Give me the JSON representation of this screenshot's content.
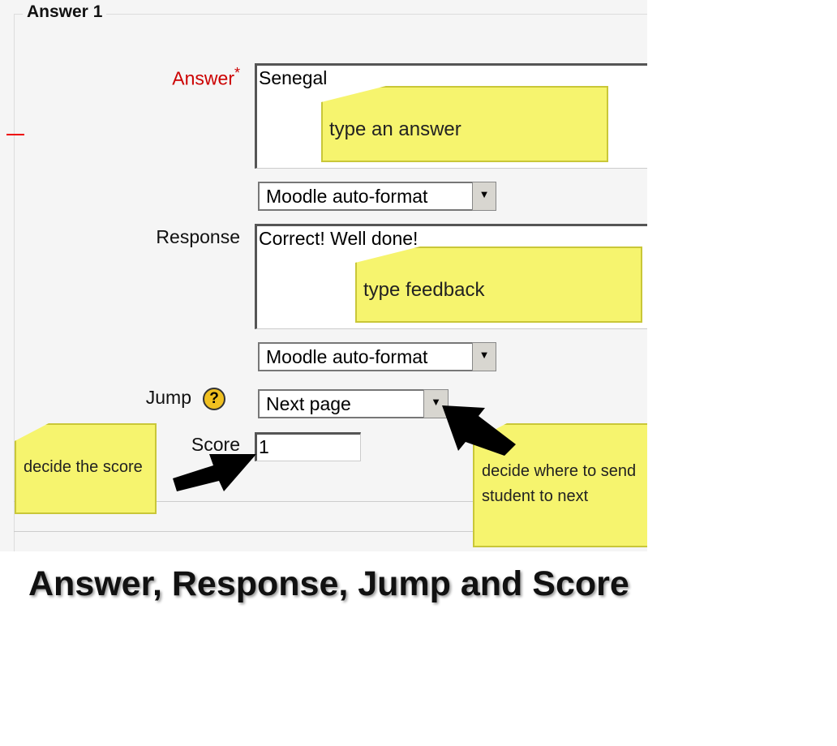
{
  "fieldset": {
    "legend": "Answer 1"
  },
  "answer": {
    "label": "Answer",
    "required_mark": "*",
    "value": "Senegal",
    "format": "Moodle auto-format"
  },
  "response": {
    "label": "Response",
    "value": "Correct! Well done!",
    "format": "Moodle auto-format"
  },
  "jump": {
    "label": "Jump",
    "help_icon": "question-circle-icon",
    "value": "Next page"
  },
  "score": {
    "label": "Score",
    "value": "1"
  },
  "notes": {
    "answer": "type an answer",
    "feedback": "type feedback",
    "score": "decide the score",
    "jump": "decide where to send student to next"
  },
  "caption": "Answer, Response, Jump and Score",
  "colors": {
    "note": "#f6f46e",
    "required": "#cc0000",
    "help_icon": "#f0c020"
  }
}
